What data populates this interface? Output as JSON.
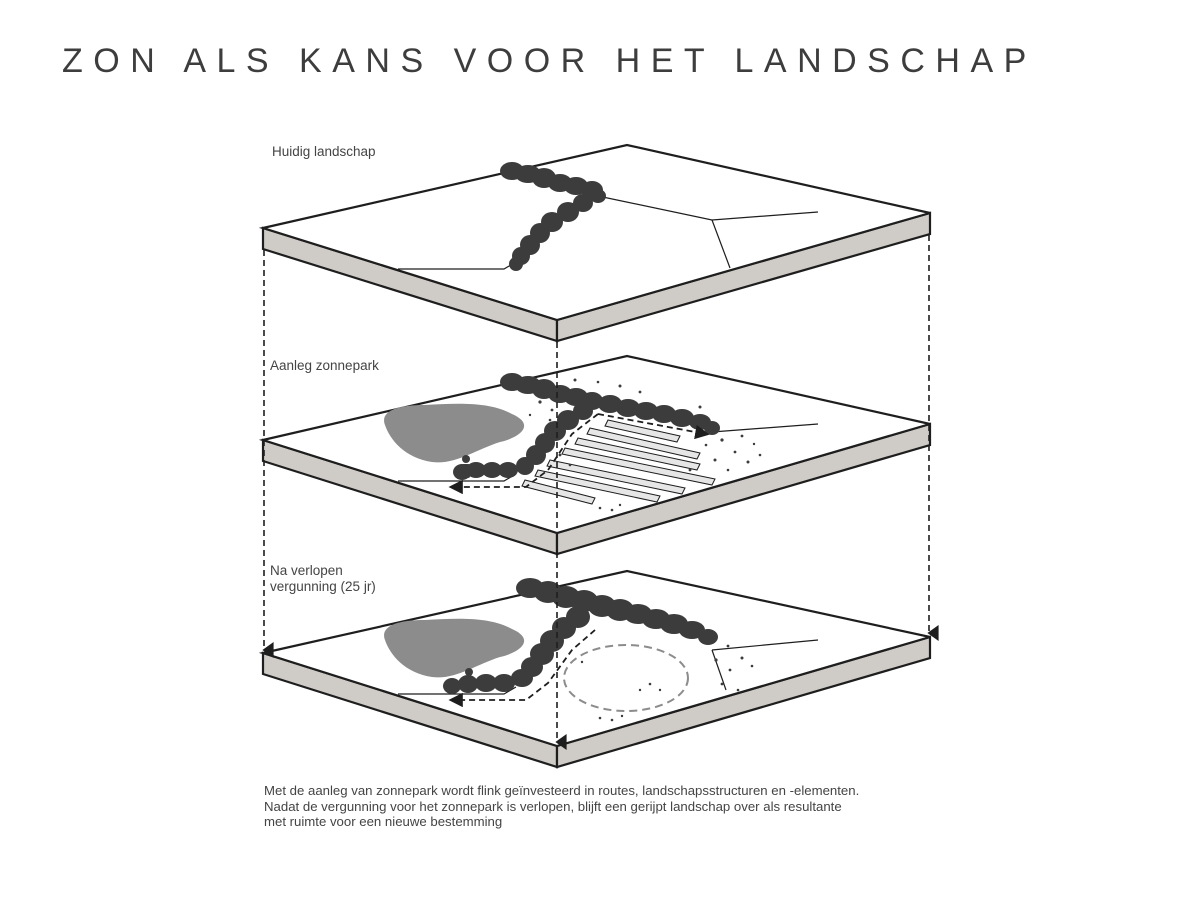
{
  "title": "ZON ALS KANS VOOR HET LANDSCHAP",
  "layers": [
    {
      "label": "Huidig landschap"
    },
    {
      "label": "Aanleg zonnepark"
    },
    {
      "label_line1": "Na verlopen",
      "label_line2": "vergunning (25 jr)"
    }
  ],
  "caption": [
    "Met de aanleg van zonnepark wordt flink geïnvesteerd in routes, landschapsstructuren en -elementen.",
    "Nadat de vergunning voor het zonnepark is verlopen, blijft een gerijpt landschap over als resultante",
    "met ruimte voor een nieuwe bestemming"
  ],
  "colors": {
    "slab_edge": "#cfcbc7",
    "outline": "#1e1e1e",
    "hedge": "#3c3c3c",
    "pond": "#8c8c8c",
    "panel_fill": "#e6e6e6"
  }
}
